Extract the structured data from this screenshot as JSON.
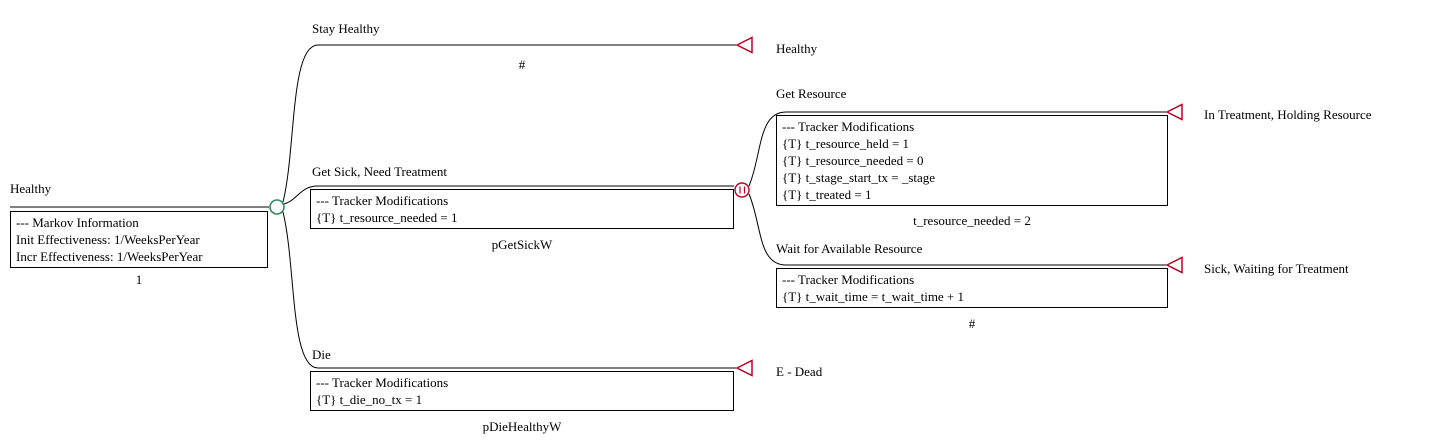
{
  "root": {
    "state_label": "Healthy",
    "info_box": [
      "--- Markov Information",
      "Init Effectiveness: 1/WeeksPerYear",
      "Incr Effectiveness: 1/WeeksPerYear"
    ],
    "probability": "1"
  },
  "branches": [
    {
      "id": "stay-healthy",
      "label": "Stay Healthy",
      "probability": "#",
      "terminal_label": "Healthy"
    },
    {
      "id": "get-sick-need-treatment",
      "label": "Get Sick, Need Treatment",
      "probability": "pGetSickW",
      "tracker_box": [
        "--- Tracker Modifications",
        "{T} t_resource_needed = 1"
      ]
    },
    {
      "id": "get-resource",
      "label": "Get Resource",
      "probability": "t_resource_needed = 2",
      "tracker_box": [
        "--- Tracker Modifications",
        "{T} t_resource_held = 1",
        "{T} t_resource_needed = 0",
        "{T} t_stage_start_tx = _stage",
        "{T} t_treated = 1"
      ],
      "terminal_label": "In Treatment, Holding Resource"
    },
    {
      "id": "wait-for-available-resource",
      "label": "Wait for Available Resource",
      "probability": "#",
      "tracker_box": [
        "--- Tracker Modifications",
        "{T} t_wait_time = t_wait_time + 1"
      ],
      "terminal_label": "Sick, Waiting for Treatment"
    },
    {
      "id": "die",
      "label": "Die",
      "probability": "pDieHealthyW",
      "tracker_box": [
        "--- Tracker Modifications",
        "{T} t_die_no_tx = 1"
      ],
      "terminal_label": "E - Dead"
    }
  ],
  "colors": {
    "line": "#000000",
    "terminal_node": "#c00021",
    "chance_node": "#c00021",
    "markov_node": "#2e8b57"
  }
}
